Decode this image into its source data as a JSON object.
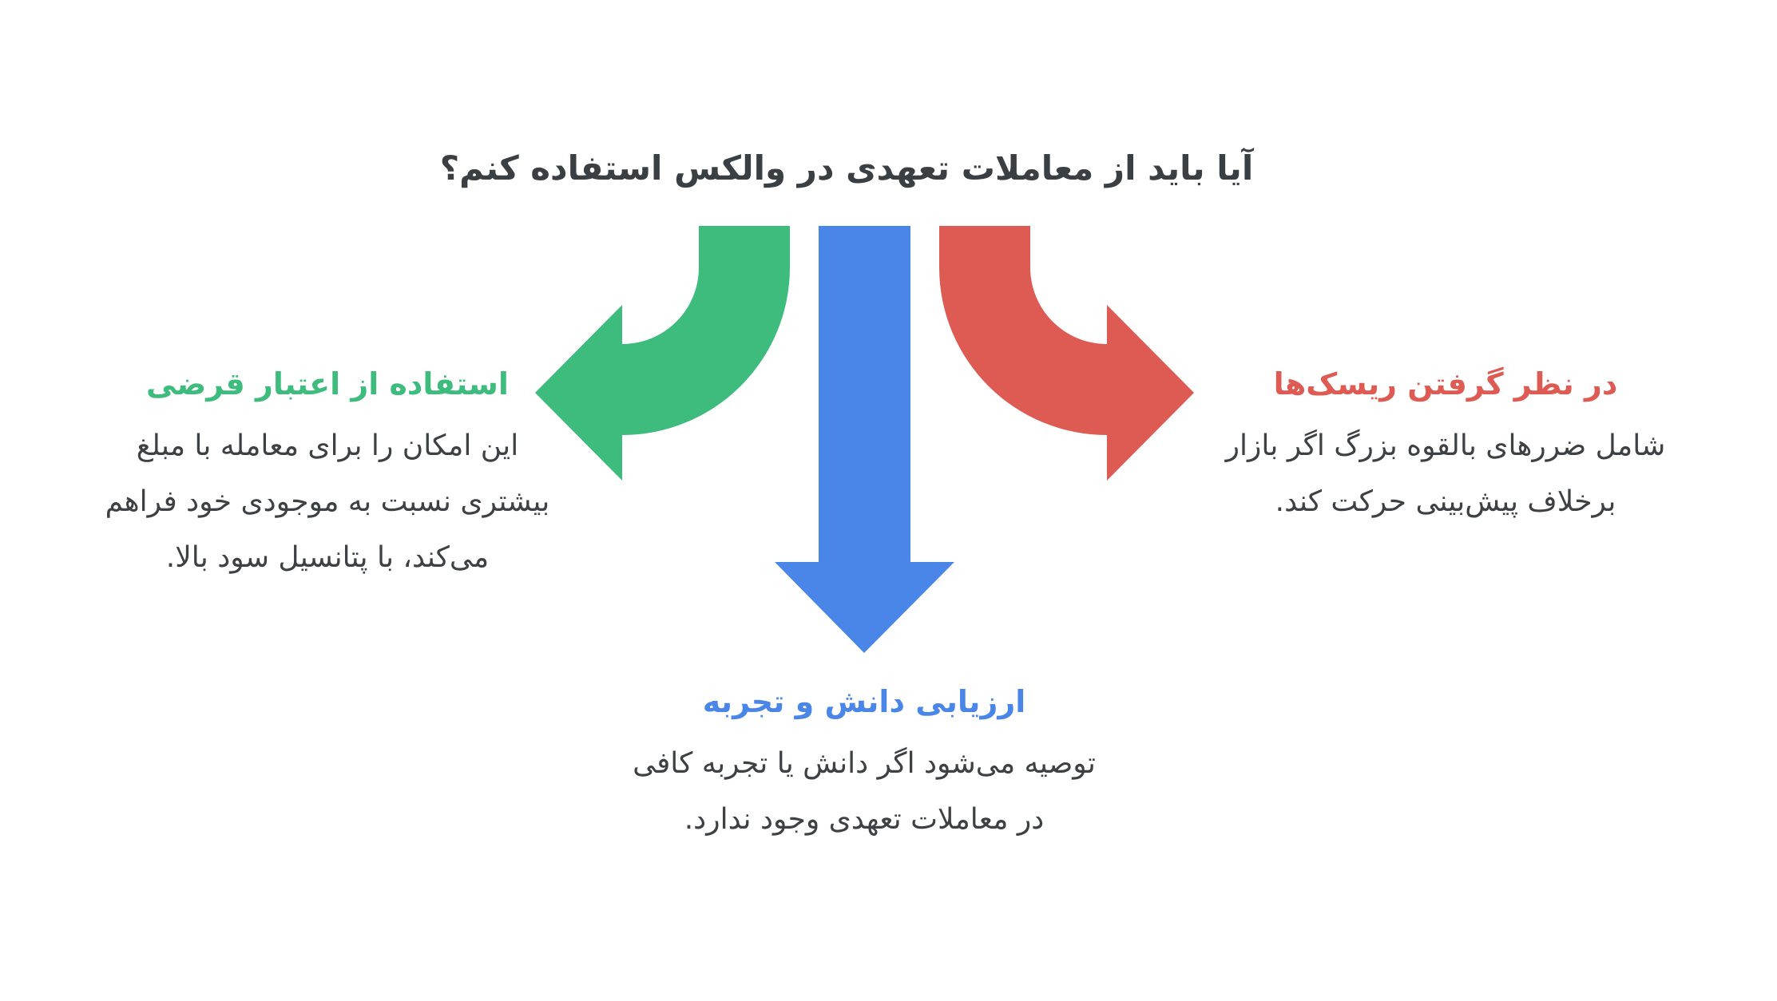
{
  "title": {
    "text": "آیا باید از معاملات تعهدی در والکس استفاده کنم؟"
  },
  "colors": {
    "green": "#3ebc7d",
    "blue": "#4a86e8",
    "red": "#de5b53",
    "text": "#3d4144"
  },
  "branches": [
    {
      "id": "left-green",
      "color": "#3ebc7d",
      "heading": "استفاده از اعتبار قرضی",
      "lines": [
        "این امکان را برای معامله با مبلغ",
        "بیشتری نسبت به موجودی خود فراهم",
        "می‌کند، با پتانسیل سود بالا."
      ]
    },
    {
      "id": "down-blue",
      "color": "#4a86e8",
      "heading": "ارزیابی دانش و تجربه",
      "lines": [
        "توصیه می‌شود اگر دانش یا تجربه کافی",
        "در معاملات تعهدی وجود ندارد."
      ]
    },
    {
      "id": "right-red",
      "color": "#de5b53",
      "heading": "در نظر گرفتن ریسک‌ها",
      "lines": [
        "شامل ضررهای بالقوه بزرگ اگر بازار",
        "برخلاف پیش‌بینی حرکت کند."
      ]
    }
  ]
}
